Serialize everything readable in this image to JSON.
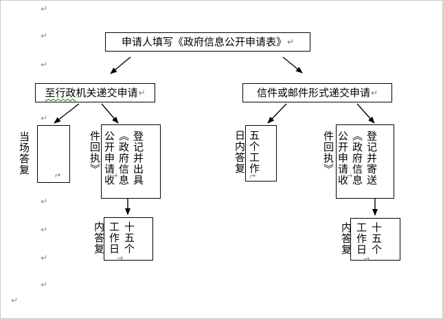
{
  "document": {
    "flowchart": {
      "title_box": {
        "label": "申请人填写《政府信息公开申请表》"
      },
      "branch_left": {
        "label_spellchecked": "至行政",
        "label_rest": "机关递交申请"
      },
      "branch_right": {
        "label": "信件或邮件形式递交申请"
      },
      "onsite_reply": {
        "label": "当场答复"
      },
      "register_issue": {
        "label": "登记并出具《政府信息公开申请收件回执》"
      },
      "five_days": {
        "label": "五个工作日内答复"
      },
      "register_mail": {
        "label": "登记并寄送《政府信息公开申请收件回执》"
      },
      "fifteen_days_left": {
        "label": "十五个工作日内答复"
      },
      "fifteen_days_right": {
        "label": "十五个工作日内答复"
      },
      "edges": [
        {
          "from": "title_box",
          "to": "branch_left"
        },
        {
          "from": "title_box",
          "to": "branch_right"
        },
        {
          "from": "branch_left",
          "to": "onsite_reply"
        },
        {
          "from": "branch_left",
          "to": "register_issue"
        },
        {
          "from": "branch_right",
          "to": "five_days"
        },
        {
          "from": "branch_right",
          "to": "register_mail"
        },
        {
          "from": "register_issue",
          "to": "fifteen_days_left"
        },
        {
          "from": "register_mail",
          "to": "fifteen_days_right"
        }
      ]
    },
    "glyphs": {
      "paragraph_mark": "↵"
    },
    "colors": {
      "page_background": "#ffffff",
      "box_border": "#000000",
      "text": "#000000",
      "paragraph_mark": "#8a8a8a",
      "spellcheck_underline": "#008000"
    }
  }
}
